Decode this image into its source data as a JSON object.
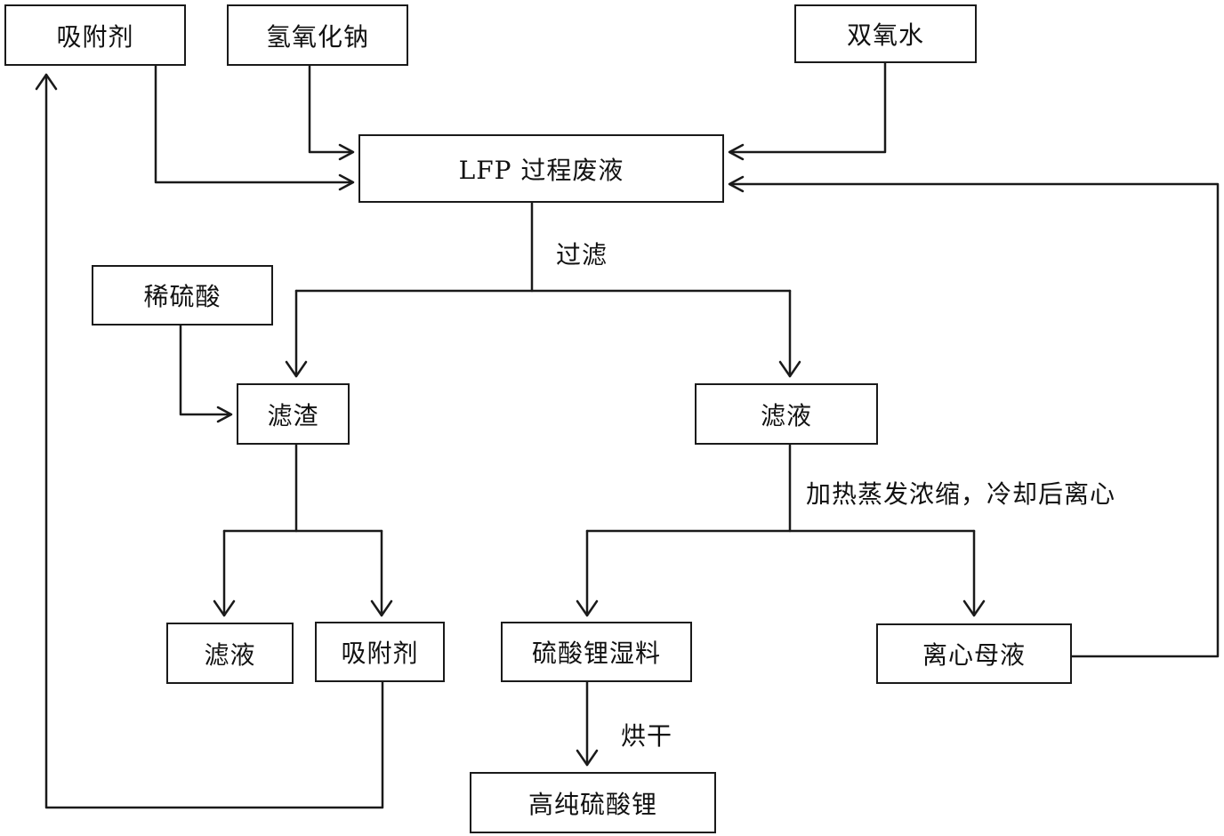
{
  "nodes": {
    "adsorbent_top": "吸附剂",
    "naoh": "氢氧化钠",
    "h2o2": "双氧水",
    "lfp_waste": "LFP 过程废液",
    "dilute_h2so4": "稀硫酸",
    "residue": "滤渣",
    "filtrate_main": "滤液",
    "filtrate_sub": "滤液",
    "adsorbent_bottom": "吸附剂",
    "li2so4_wet": "硫酸锂湿料",
    "mother_liquor": "离心母液",
    "high_purity_li2so4": "高纯硫酸锂"
  },
  "edge_labels": {
    "filter": "过滤",
    "evaporate": "加热蒸发浓缩，冷却后离心",
    "dry": "烘干"
  },
  "colors": {
    "line": "#1a1a1a",
    "text": "#111111",
    "background": "#ffffff"
  }
}
